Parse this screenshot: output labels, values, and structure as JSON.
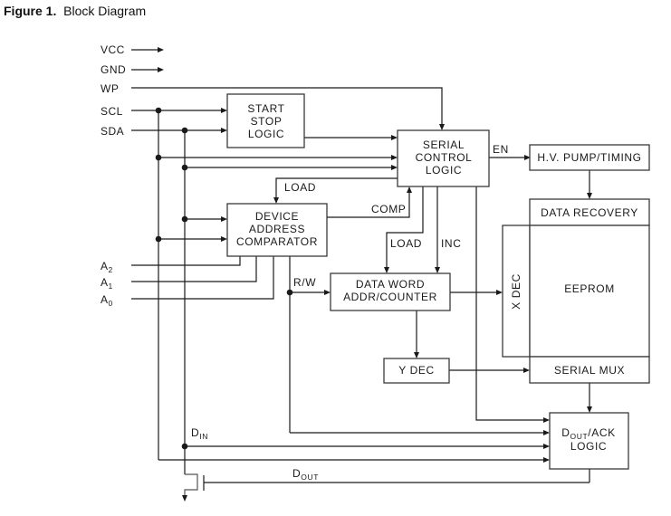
{
  "figure": {
    "label": "Figure 1.",
    "title": "Block Diagram"
  },
  "pins": {
    "vcc": "VCC",
    "gnd": "GND",
    "wp": "WP",
    "scl": "SCL",
    "sda": "SDA",
    "a2": {
      "base": "A",
      "sub": "2"
    },
    "a1": {
      "base": "A",
      "sub": "1"
    },
    "a0": {
      "base": "A",
      "sub": "0"
    }
  },
  "blocks": {
    "start_stop": [
      "START",
      "STOP",
      "LOGIC"
    ],
    "serial_control": [
      "SERIAL",
      "CONTROL",
      "LOGIC"
    ],
    "hv_pump": "H.V. PUMP/TIMING",
    "data_recovery": "DATA RECOVERY",
    "device_address": [
      "DEVICE",
      "ADDRESS",
      "COMPARATOR"
    ],
    "data_word": [
      "DATA WORD",
      "ADDR/COUNTER"
    ],
    "x_dec": "X DEC",
    "eeprom": "EEPROM",
    "y_dec": "Y DEC",
    "serial_mux": "SERIAL MUX",
    "dout_ack": {
      "prefix": "D",
      "sub": "OUT",
      "suffix": "/ACK",
      "line2": "LOGIC"
    }
  },
  "signals": {
    "en": "EN",
    "load_top": "LOAD",
    "comp": "COMP",
    "load_mid": "LOAD",
    "inc": "INC",
    "rw": "R/W",
    "din": {
      "base": "D",
      "sub": "IN"
    },
    "dout": {
      "base": "D",
      "sub": "OUT"
    }
  }
}
